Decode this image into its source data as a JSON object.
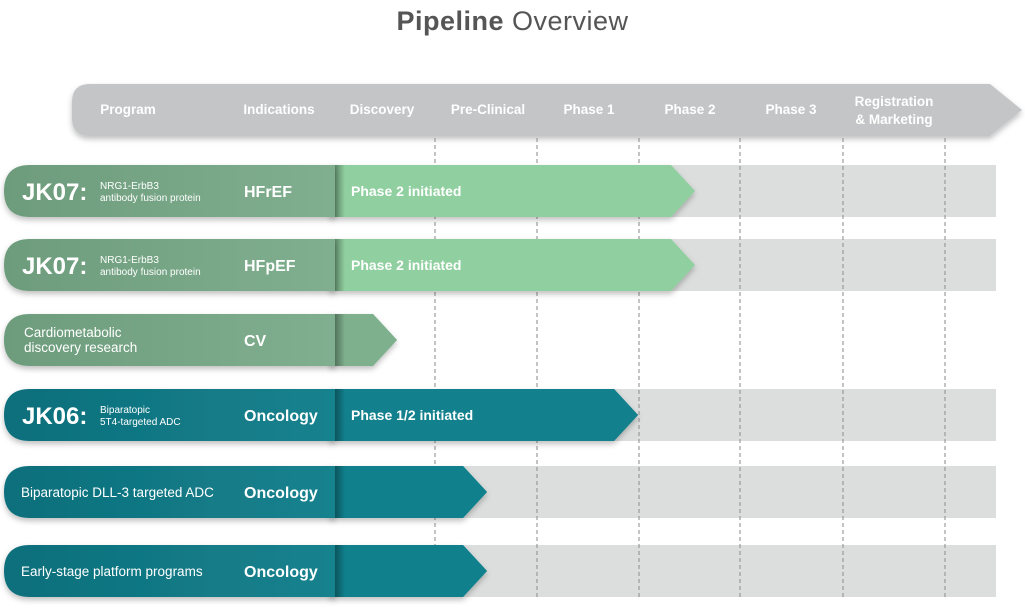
{
  "title": {
    "bold": "Pipeline",
    "light": "Overview"
  },
  "header": {
    "columns": [
      "Program",
      "Indications",
      "Discovery",
      "Pre-Clinical",
      "Phase 1",
      "Phase 2",
      "Phase 3",
      "Registration & Marketing"
    ]
  },
  "colors": {
    "green": "#76a586",
    "light_green": "#90cf9f",
    "teal": "#117b87",
    "bright_teal": "#129aa7",
    "track": "#dcdedd",
    "header": "#c4c5c6"
  },
  "rows": [
    {
      "code": "JK07:",
      "desc": [
        "NRG1-ErbB3",
        "antibody fusion protein"
      ],
      "indication": "HFrEF",
      "status": "Phase 2 initiated",
      "stage": "Phase 2",
      "theme": "green"
    },
    {
      "code": "JK07:",
      "desc": [
        "NRG1-ErbB3",
        "antibody fusion protein"
      ],
      "indication": "HFpEF",
      "status": "Phase 2 initiated",
      "stage": "Phase 2",
      "theme": "green"
    },
    {
      "code": "",
      "desc": [
        "Cardiometabolic",
        "discovery research"
      ],
      "indication": "CV",
      "status": "",
      "stage": "Discovery",
      "theme": "green"
    },
    {
      "code": "JK06:",
      "desc": [
        "Biparatopic",
        "5T4-targeted ADC"
      ],
      "indication": "Oncology",
      "status": "Phase 1/2 initiated",
      "stage": "Phase 1",
      "theme": "teal"
    },
    {
      "code": "",
      "desc": [
        "Biparatopic DLL-3 targeted ADC"
      ],
      "indication": "Oncology",
      "status": "",
      "stage": "Pre-Clinical",
      "theme": "teal"
    },
    {
      "code": "",
      "desc": [
        "Early-stage platform programs"
      ],
      "indication": "Oncology",
      "status": "",
      "stage": "Pre-Clinical",
      "theme": "teal"
    }
  ]
}
